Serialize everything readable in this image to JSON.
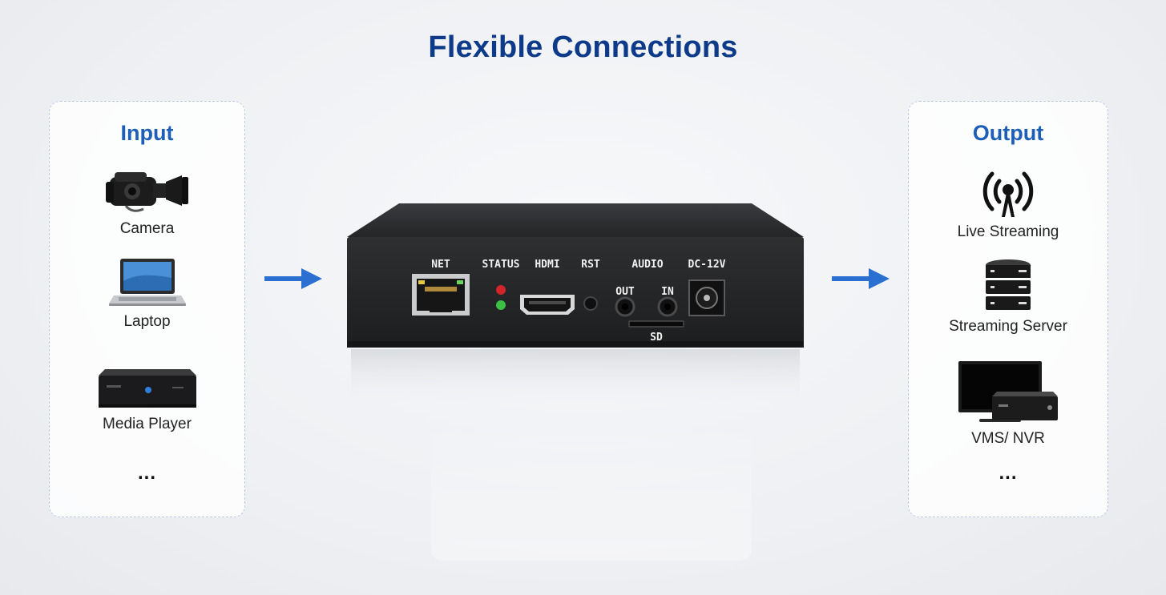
{
  "title": "Flexible Connections",
  "input": {
    "heading": "Input",
    "items": [
      {
        "label": "Camera",
        "icon": "camera-icon"
      },
      {
        "label": "Laptop",
        "icon": "laptop-icon"
      },
      {
        "label": "Media Player",
        "icon": "media-player-icon"
      }
    ],
    "more": "..."
  },
  "output": {
    "heading": "Output",
    "items": [
      {
        "label": "Live Streaming",
        "icon": "live-streaming-icon"
      },
      {
        "label": "Streaming Server",
        "icon": "server-icon"
      },
      {
        "label": "VMS/ NVR",
        "icon": "monitor-nvr-icon"
      }
    ],
    "more": "..."
  },
  "device": {
    "ports": {
      "net": "NET",
      "status": "STATUS",
      "hdmi": "HDMI",
      "rst": "RST",
      "audio": "AUDIO",
      "dc": "DC-12V",
      "out": "OUT",
      "in": "IN",
      "sd": "SD"
    }
  },
  "colors": {
    "title": "#0e3a8a",
    "heading": "#1d5fb8",
    "arrow": "#2b6fd1",
    "device_body": "#2a2b2d"
  }
}
